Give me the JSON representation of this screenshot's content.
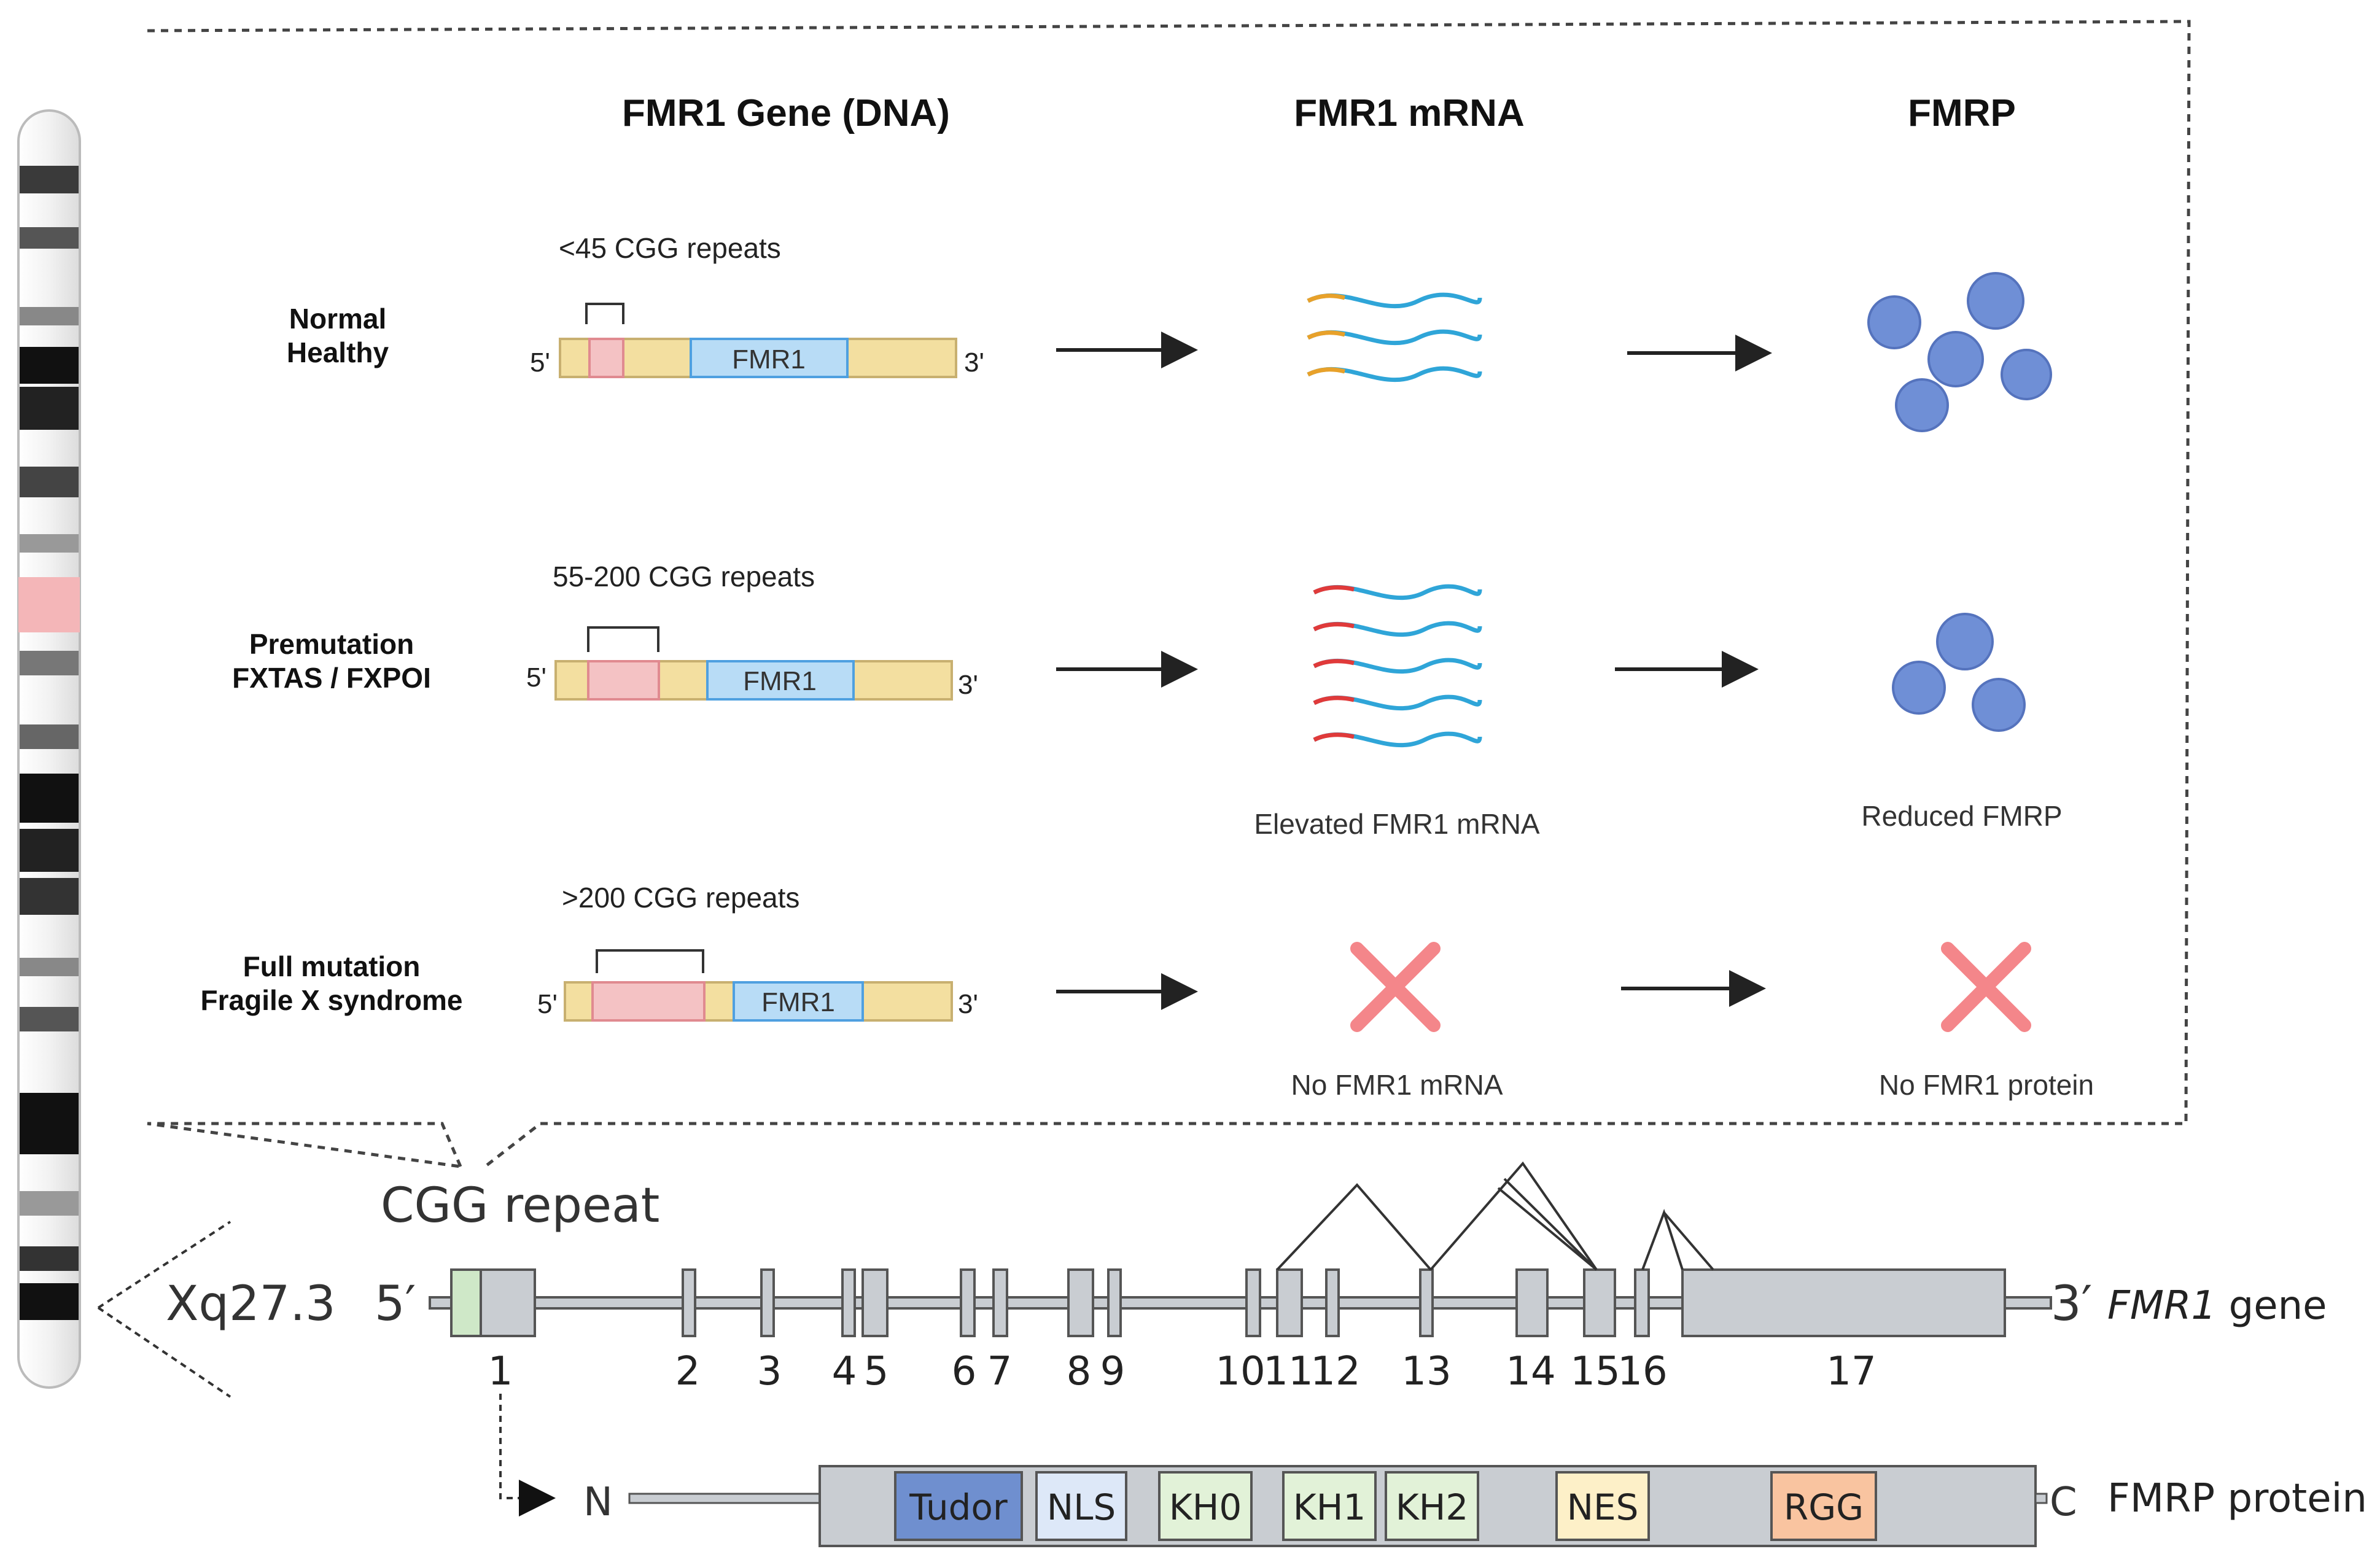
{
  "columns": {
    "gene": "FMR1 Gene (DNA)",
    "mrna": "FMR1 mRNA",
    "protein": "FMRP"
  },
  "rows": [
    {
      "label_line1": "Normal",
      "label_line2": "Healthy",
      "repeats": "<45 CGG repeats",
      "gene_label": "FMR1",
      "five": "5'",
      "three": "3'",
      "mrna_caption": "",
      "protein_caption": ""
    },
    {
      "label_line1": "Premutation",
      "label_line2": "FXTAS / FXPOI",
      "repeats": "55-200 CGG repeats",
      "gene_label": "FMR1",
      "five": "5'",
      "three": "3'",
      "mrna_caption": "Elevated FMR1 mRNA",
      "protein_caption": "Reduced FMRP"
    },
    {
      "label_line1": "Full mutation",
      "label_line2": "Fragile X syndrome",
      "repeats": ">200 CGG repeats",
      "gene_label": "FMR1",
      "five": "5'",
      "three": "3'",
      "mrna_caption": "No FMR1 mRNA",
      "protein_caption": "No FMR1 protein"
    }
  ],
  "gene_map": {
    "cgg_label": "CGG repeat",
    "locus": "Xq27.3",
    "five": "5′",
    "three": "3′",
    "gene_italic": "FMR1",
    "gene_suffix": " gene",
    "exons": [
      "1",
      "2",
      "3",
      "4",
      "5",
      "6",
      "7",
      "8",
      "9",
      "10",
      "11",
      "12",
      "13",
      "14",
      "15",
      "16",
      "17"
    ]
  },
  "protein_map": {
    "n": "N",
    "c": "C",
    "label": "FMRP protein",
    "domains": [
      {
        "name": "Tudor",
        "color": "#6f8fcf"
      },
      {
        "name": "NLS",
        "color": "#dde8f8"
      },
      {
        "name": "KH0",
        "color": "#e2f2d8"
      },
      {
        "name": "KH1",
        "color": "#e2f2d8"
      },
      {
        "name": "KH2",
        "color": "#e2f2d8"
      },
      {
        "name": "NES",
        "color": "#fdf0c8"
      },
      {
        "name": "RGG",
        "color": "#f9c4a0"
      }
    ]
  },
  "colors": {
    "utr": "#f3dfa0",
    "repeat": "#f4c2c4",
    "coding": "#b8dcf6",
    "exon": "#c9cdd2",
    "cross": "#f4868a",
    "protein_blob": "#6f8fd6",
    "cgg_exon": "#cfe8c8"
  }
}
